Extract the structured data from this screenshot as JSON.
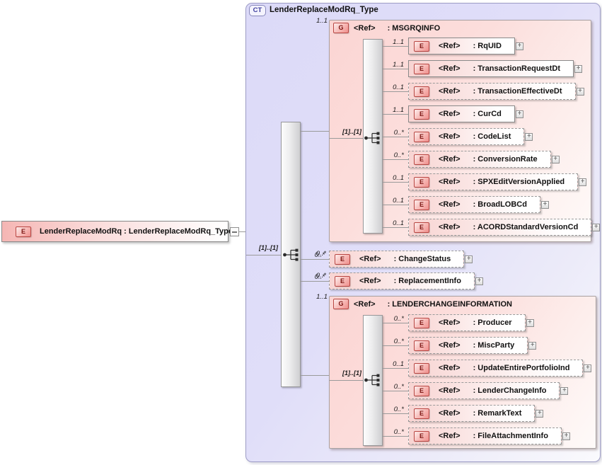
{
  "colors": {
    "container_fill": "#dedcf9",
    "container_border": "#9e9dc6",
    "group_fill": "#fbd7d5",
    "element_pink": "#f8d4d2",
    "badge_border": "#b94743",
    "badge_text": "#7c1512",
    "ct_badge_text": "#3f3f9f",
    "connector": "#9a9a9a"
  },
  "root_element": {
    "badge": "E",
    "label": "LenderReplaceModRq : LenderReplaceModRq_Type"
  },
  "complex_type": {
    "badge": "CT",
    "title": "LenderReplaceModRq_Type",
    "occurrence": "[1]..[1]",
    "compositor": "sequence",
    "expand_glyph": "+",
    "children": [
      {
        "type": "group",
        "badge": "G",
        "ref": "<Ref>",
        "name": ": MSGRQINFO",
        "cardinality": "1..1",
        "occurrence": "[1]..[1]",
        "elements": [
          {
            "badge": "E",
            "ref": "<Ref>",
            "name": ": RqUID",
            "cardinality": "1..1",
            "optional": false
          },
          {
            "badge": "E",
            "ref": "<Ref>",
            "name": ": TransactionRequestDt",
            "cardinality": "1..1",
            "optional": false
          },
          {
            "badge": "E",
            "ref": "<Ref>",
            "name": ": TransactionEffectiveDt",
            "cardinality": "0..1",
            "optional": true
          },
          {
            "badge": "E",
            "ref": "<Ref>",
            "name": ": CurCd",
            "cardinality": "1..1",
            "optional": false
          },
          {
            "badge": "E",
            "ref": "<Ref>",
            "name": ": CodeList",
            "cardinality": "0..*",
            "optional": true
          },
          {
            "badge": "E",
            "ref": "<Ref>",
            "name": ": ConversionRate",
            "cardinality": "0..*",
            "optional": true
          },
          {
            "badge": "E",
            "ref": "<Ref>",
            "name": ": SPXEditVersionApplied",
            "cardinality": "0..1",
            "optional": true
          },
          {
            "badge": "E",
            "ref": "<Ref>",
            "name": ": BroadLOBCd",
            "cardinality": "0..1",
            "optional": true
          },
          {
            "badge": "E",
            "ref": "<Ref>",
            "name": ": ACORDStandardVersionCd",
            "cardinality": "0..1",
            "optional": true
          }
        ]
      },
      {
        "type": "element",
        "badge": "E",
        "ref": "<Ref>",
        "name": ": ChangeStatus",
        "cardinality": "0..*",
        "optional": true
      },
      {
        "type": "element",
        "badge": "E",
        "ref": "<Ref>",
        "name": ": ReplacementInfo",
        "cardinality": "0..*",
        "optional": true
      },
      {
        "type": "group",
        "badge": "G",
        "ref": "<Ref>",
        "name": ": LENDERCHANGEINFORMATION",
        "cardinality": "1..1",
        "occurrence": "[1]..[1]",
        "elements": [
          {
            "badge": "E",
            "ref": "<Ref>",
            "name": ": Producer",
            "cardinality": "0..*",
            "optional": true
          },
          {
            "badge": "E",
            "ref": "<Ref>",
            "name": ": MiscParty",
            "cardinality": "0..*",
            "optional": true
          },
          {
            "badge": "E",
            "ref": "<Ref>",
            "name": ": UpdateEntirePortfolioInd",
            "cardinality": "0..1",
            "optional": true
          },
          {
            "badge": "E",
            "ref": "<Ref>",
            "name": ": LenderChangeInfo",
            "cardinality": "0..*",
            "optional": true
          },
          {
            "badge": "E",
            "ref": "<Ref>",
            "name": ": RemarkText",
            "cardinality": "0..*",
            "optional": true
          },
          {
            "badge": "E",
            "ref": "<Ref>",
            "name": ": FileAttachmentInfo",
            "cardinality": "0..*",
            "optional": true
          }
        ]
      }
    ]
  }
}
